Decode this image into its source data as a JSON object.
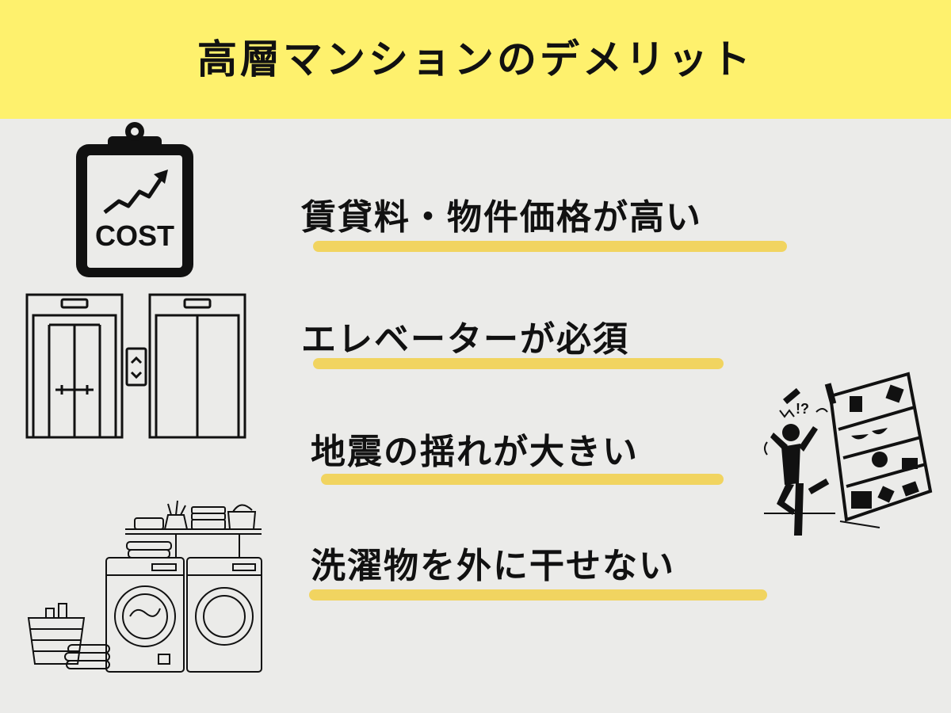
{
  "header": {
    "title": "高層マンションのデメリット"
  },
  "items": [
    {
      "label": "賃貸料・物件価格が高い"
    },
    {
      "label": "エレベーターが必須"
    },
    {
      "label": "地震の揺れが大きい"
    },
    {
      "label": "洗濯物を外に干せない"
    }
  ],
  "illustrations": {
    "cost_label": "COST",
    "quake_label": "!?"
  },
  "colors": {
    "header_bg": "#fef16d",
    "page_bg": "#ebebe9",
    "underline": "#f1d460",
    "ink": "#111111"
  }
}
